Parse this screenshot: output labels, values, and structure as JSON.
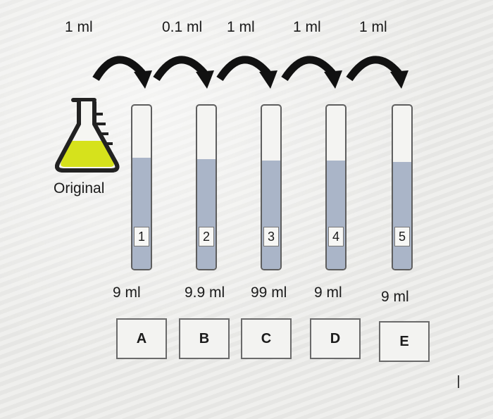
{
  "transfer_volumes": [
    "1 ml",
    "0.1 ml",
    "1 ml",
    "1 ml",
    "1 ml"
  ],
  "original_label": "Original",
  "tubes": [
    {
      "number": "1",
      "diluent": "9 ml",
      "box": "A"
    },
    {
      "number": "2",
      "diluent": "9.9 ml",
      "box": "B"
    },
    {
      "number": "3",
      "diluent": "99 ml",
      "box": "C"
    },
    {
      "number": "4",
      "diluent": "9 ml",
      "box": "D"
    },
    {
      "number": "5",
      "diluent": "9 ml",
      "box": "E"
    }
  ],
  "colors": {
    "flask_liquid": "#d6e21c",
    "tube_liquid": "#aab5c8",
    "arrow": "#111111"
  }
}
